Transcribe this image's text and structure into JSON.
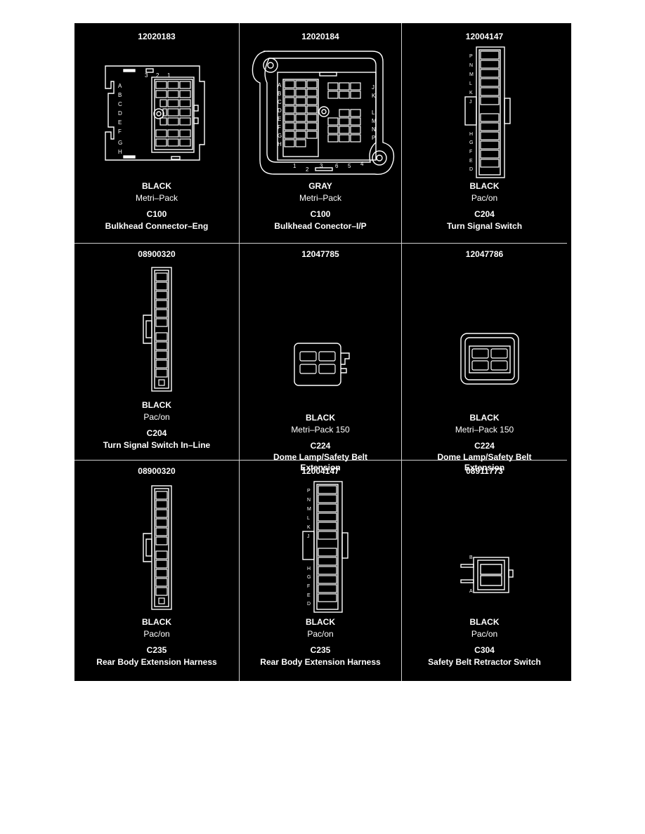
{
  "connectors": [
    {
      "part_number": "12020183",
      "color": "BLACK",
      "series": "Metri–Pack",
      "id": "C100",
      "name": "Bulkhead Connector–Eng",
      "pins_top": [
        "3",
        "2",
        "1"
      ],
      "pins_side": [
        "A",
        "B",
        "C",
        "D",
        "E",
        "F",
        "G",
        "H"
      ]
    },
    {
      "part_number": "12020184",
      "color": "GRAY",
      "series": "Metri–Pack",
      "id": "C100",
      "name": "Bulkhead Conector–I/P",
      "pins_left": [
        "A",
        "B",
        "C",
        "D",
        "E",
        "F",
        "G",
        "H"
      ],
      "pins_right": [
        "J",
        "K",
        "L",
        "M",
        "N",
        "P"
      ],
      "pins_bottom": [
        "1",
        "2",
        "3",
        "6",
        "5",
        "4"
      ]
    },
    {
      "part_number": "12004147",
      "color": "BLACK",
      "series": "Pac/on",
      "id": "C204",
      "name": "Turn Signal Switch",
      "pins": [
        "P",
        "N",
        "M",
        "L",
        "K",
        "J",
        "H",
        "G",
        "F",
        "E",
        "D"
      ]
    },
    {
      "part_number": "08900320",
      "color": "BLACK",
      "series": "Pac/on",
      "id": "C204",
      "name": "Turn Signal Switch In–Line"
    },
    {
      "part_number": "12047785",
      "color": "BLACK",
      "series": "Metri–Pack 150",
      "id": "C224",
      "name": "Dome Lamp/Safety Belt Extension"
    },
    {
      "part_number": "12047786",
      "color": "BLACK",
      "series": "Metri–Pack 150",
      "id": "C224",
      "name": "Dome Lamp/Safety Belt Extension"
    },
    {
      "part_number": "08900320",
      "color": "BLACK",
      "series": "Pac/on",
      "id": "C235",
      "name": "Rear Body Extension Harness"
    },
    {
      "part_number": "12004147",
      "color": "BLACK",
      "series": "Pac/on",
      "id": "C235",
      "name": "Rear Body Extension Harness",
      "pins": [
        "P",
        "N",
        "M",
        "L",
        "K",
        "J",
        "H",
        "G",
        "F",
        "E",
        "D"
      ]
    },
    {
      "part_number": "08911773",
      "color": "BLACK",
      "series": "Pac/on",
      "id": "C304",
      "name": "Safety Belt Retractor Switch",
      "pins": [
        "B",
        "A"
      ]
    }
  ]
}
